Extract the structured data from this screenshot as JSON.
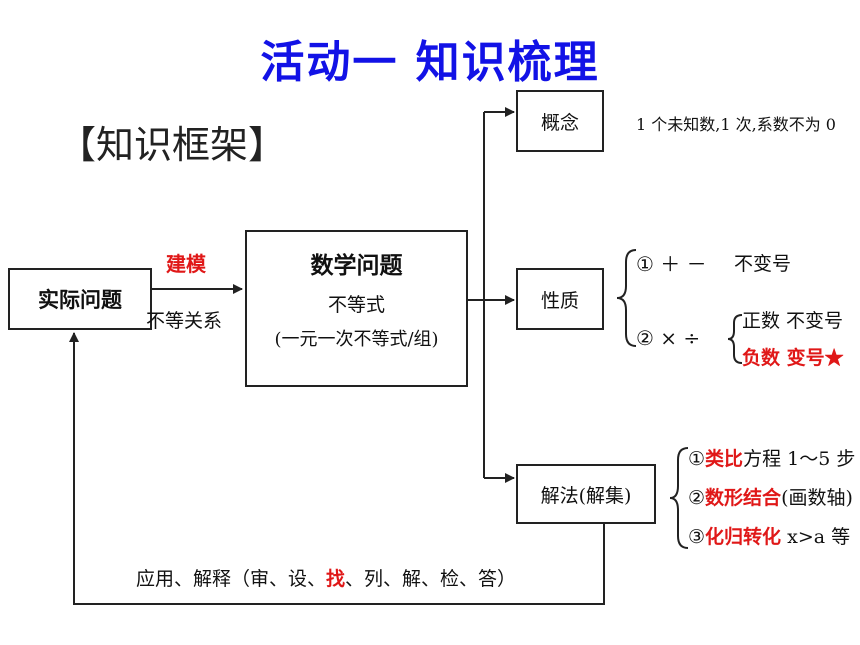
{
  "title": "活动一    知识梳理",
  "framework_label": "【知识框架】",
  "actual_problem": "实际问题",
  "edge_top": "建模",
  "edge_bottom": "不等关系",
  "math_problem": {
    "title": "数学问题",
    "line1": "不等式",
    "line2": "(一元一次不等式/组)"
  },
  "concept": {
    "label": "概念",
    "note": "1 个未知数,1 次,系数不为 0"
  },
  "property": {
    "label": "性质",
    "item1": "① ＋ －",
    "item1_note": "不变号",
    "item2": "② × ÷",
    "positive": "正数 不变号",
    "negative": "负数 变号★"
  },
  "solution": {
    "label": "解法(解集)",
    "m1_num": "①",
    "m1_red": "类比",
    "m1_rest": "方程 1～5 步",
    "m2_num": "②",
    "m2_red": "数形结合",
    "m2_rest": "(画数轴)",
    "m3_num": "③",
    "m3_red": "化归转化",
    "m3_rest": " x>a 等"
  },
  "feedback": {
    "before": "应用、解释（审、设、",
    "highlight": "找",
    "after": "、列、解、检、答）"
  },
  "colors": {
    "title": "#1212e6",
    "highlight": "#e01818",
    "line": "#222222"
  }
}
